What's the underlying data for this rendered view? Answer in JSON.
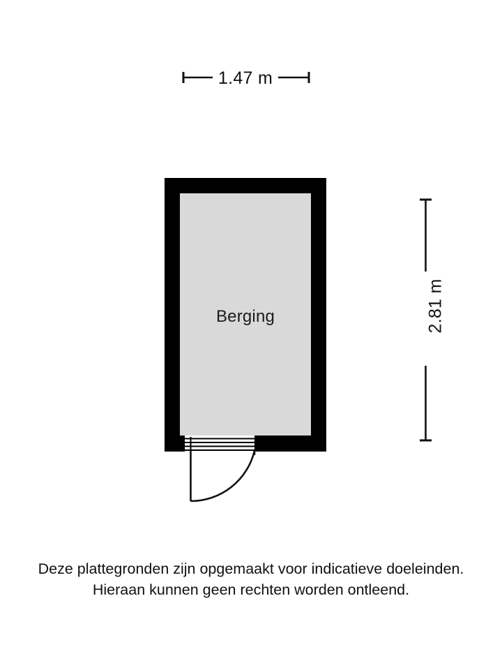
{
  "plan": {
    "room_label": "Berging",
    "floor_fill": "#d9d9d9",
    "wall_fill": "#000000",
    "background": "#ffffff"
  },
  "dimensions": {
    "top": {
      "value": "1.47 m",
      "orientation": "horizontal"
    },
    "right": {
      "value": "2.81 m",
      "orientation": "vertical"
    }
  },
  "door": {
    "name": "swing-door",
    "swing": "down-left",
    "hinge_side": "right"
  },
  "disclaimer": {
    "line1": "Deze plattegronden zijn opgemaakt voor indicatieve doeleinden.",
    "line2": "Hieraan kunnen geen rechten worden ontleend."
  }
}
